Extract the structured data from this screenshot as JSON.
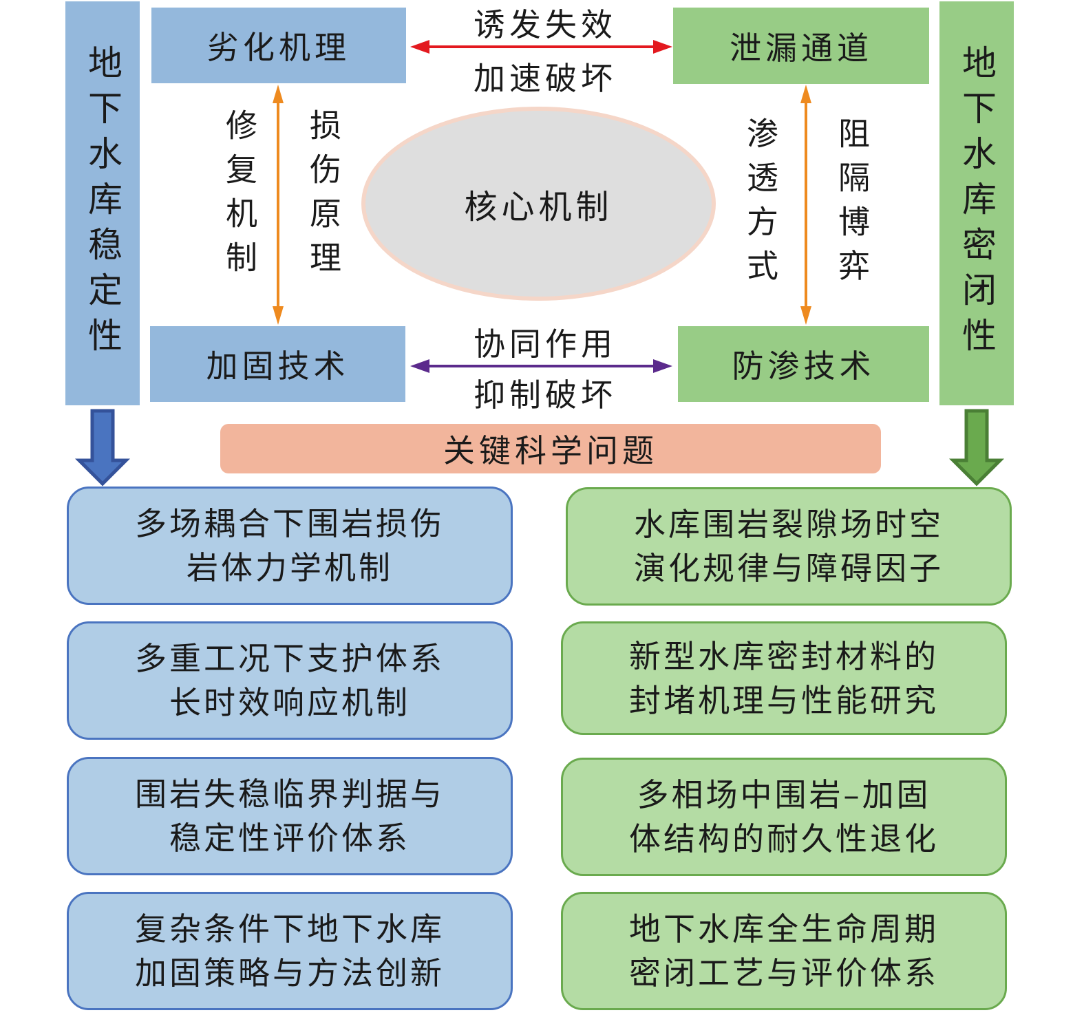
{
  "colors": {
    "blue_box": "#94b8dc",
    "green_box": "#98cc86",
    "red_arrow": "#e3191f",
    "purple_arrow": "#5b2a8c",
    "orange_arrow": "#ee8a1f",
    "ellipse_fill": "#dedede",
    "ellipse_border": "#f5d6c8",
    "banner": "#f2b59c",
    "issue_blue_fill": "#b0cde6",
    "issue_blue_border": "#4a74c0",
    "issue_green_fill": "#b4dca4",
    "issue_green_border": "#6aaa4e"
  },
  "left_pillar": "地下水库稳定性",
  "right_pillar": "地下水库密闭性",
  "boxes": {
    "top_left": "劣化机理",
    "top_right": "泄漏通道",
    "bottom_left": "加固技术",
    "bottom_right": "防渗技术"
  },
  "center": "核心机制",
  "top_arrow": {
    "upper": "诱发失效",
    "lower": "加速破坏"
  },
  "bottom_arrow": {
    "upper": "协同作用",
    "lower": "抑制破坏"
  },
  "left_vertical": {
    "outer": "修复机制",
    "inner": "损伤原理"
  },
  "right_vertical": {
    "inner": "渗透方式",
    "outer": "阻隔博弈"
  },
  "banner": "关键科学问题",
  "left_issues": [
    {
      "line1": "多场耦合下围岩损伤",
      "line2": "岩体力学机制"
    },
    {
      "line1": "多重工况下支护体系",
      "line2": "长时效响应机制"
    },
    {
      "line1": "围岩失稳临界判据与",
      "line2": "稳定性评价体系"
    },
    {
      "line1": "复杂条件下地下水库",
      "line2": "加固策略与方法创新"
    }
  ],
  "right_issues": [
    {
      "line1": "水库围岩裂隙场时空",
      "line2": "演化规律与障碍因子"
    },
    {
      "line1": "新型水库密封材料的",
      "line2": "封堵机理与性能研究"
    },
    {
      "line1": "多相场中围岩–加固",
      "line2": "体结构的耐久性退化"
    },
    {
      "line1": "地下水库全生命周期",
      "line2": "密闭工艺与评价体系"
    }
  ]
}
